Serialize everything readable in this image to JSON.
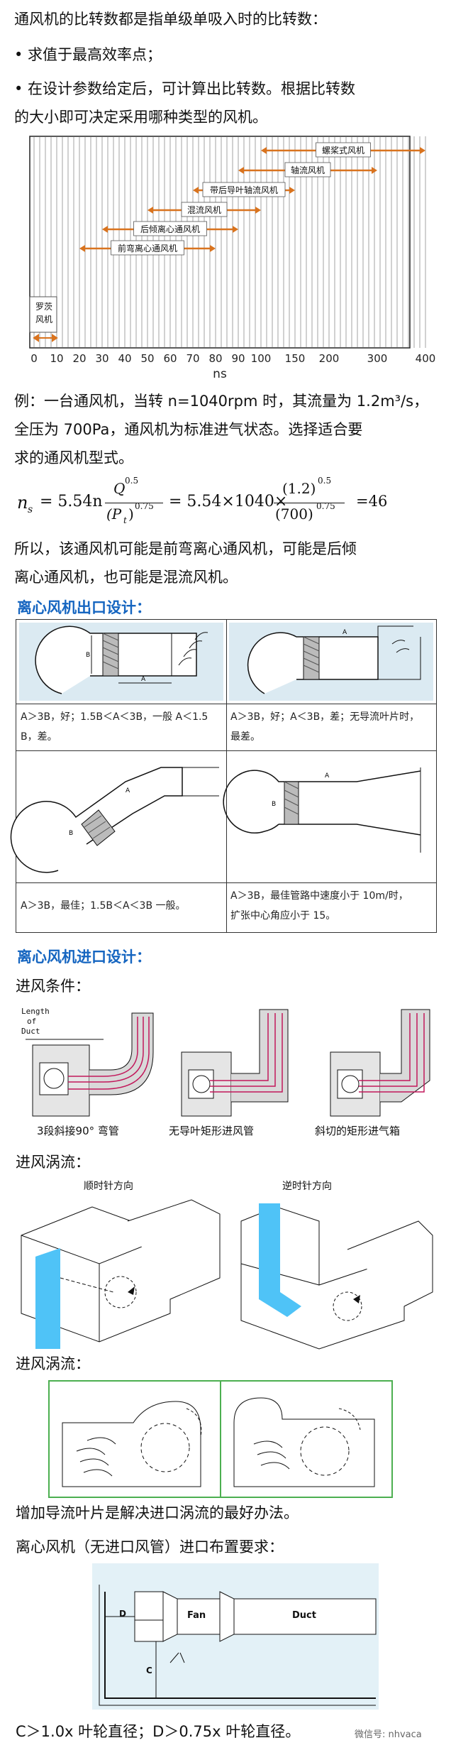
{
  "intro": {
    "line1": "通风机的比转数都是指单级单吸入时的比转数：",
    "bullet1": "• 求值于最高效率点；",
    "bullet2": "• 在设计参数给定后，可计算出比转数。根据比转数",
    "bullet2_cont": "的大小即可决定采用哪种类型的风机。"
  },
  "chart_data": {
    "type": "range",
    "xlabel": "ns",
    "ticks": [
      "0",
      "10",
      "20",
      "30",
      "40",
      "50",
      "60",
      "70",
      "80",
      "90",
      "100",
      "150",
      "200",
      "300",
      "400"
    ],
    "fans": [
      {
        "name": "螺桨式风机",
        "from": "100",
        "to": "400"
      },
      {
        "name": "轴流风机",
        "from": "90",
        "to": "300"
      },
      {
        "name": "带后导叶轴流风机",
        "from": "70",
        "to": "150"
      },
      {
        "name": "混流风机",
        "from": "50",
        "to": "100"
      },
      {
        "name": "后倾离心通风机",
        "from": "30",
        "to": "90"
      },
      {
        "name": "前弯离心通风机",
        "from": "20",
        "to": "80"
      },
      {
        "name": "罗茨风机",
        "from": "0",
        "to": "10"
      }
    ]
  },
  "example": {
    "line1": "例：一台通风机，当转 n=1040rpm 时，其流量为 1.2m³/s，",
    "line2": "全压为 700Pa，通风机为标准进气状态。选择适合要",
    "line3": "求的通风机型式。",
    "formula_lhs": "n",
    "formula_sub": "s",
    "formula_eq1": "= 5.54n",
    "formula_q": "Q",
    "formula_q_exp": "0.5",
    "formula_pt": "(P",
    "formula_pt_sub": "t",
    "formula_pt_close": ")",
    "formula_pt_exp": "0.75",
    "formula_eq2": "= 5.54×1040×",
    "formula_num2": "(1.2)",
    "formula_num2_exp": "0.5",
    "formula_den2": "(700)",
    "formula_den2_exp": "0.75",
    "formula_result": "=46",
    "concl1": "所以，该通风机可能是前弯离心通风机，可能是后倾",
    "concl2": "离心通风机，也可能是混流风机。"
  },
  "outlet": {
    "heading": "离心风机出口设计：",
    "cell_a1": "A＞3B，好；1.5B＜A＜3B，一般 A＜1.5",
    "cell_a2": "B，差。",
    "cell_b1": "A＞3B，好；A＜3B，差；无导流叶片时，",
    "cell_b2": "最差。",
    "cell_c1": "A＞3B，最佳；1.5B＜A＜3B 一般。",
    "cell_d1": "A＞3B，最佳管路中速度小于 10m/时，",
    "cell_d2": "扩张中心角应小于 15。"
  },
  "inlet": {
    "heading": "离心风机进口设计：",
    "cond_label": "进风条件：",
    "length_label1": "Length",
    "length_label2": "of",
    "length_label3": "Duct",
    "cap1": "3段斜接90° 弯管",
    "cap2": "无导叶矩形进风管",
    "cap3": "斜切的矩形进气箱",
    "swirl_label": "进风涡流：",
    "cw": "顺时针方向",
    "ccw": "逆时针方向",
    "swirl_label2": "进风涡流：",
    "tip": "增加导流叶片是解决进口涡流的最好办法。",
    "layout_label": "离心风机（无进口风管）进口布置要求：",
    "fan": "Fan",
    "duct": "Duct",
    "dim_d": "D",
    "dim_c": "C",
    "rule": "C＞1.0x 叶轮直径；D＞0.75x 叶轮直径。",
    "watermark": "微信号: nhvaca"
  },
  "colors": {
    "heading": "#1565c0",
    "arrow": "#d9731e",
    "air": "#4fc3f7"
  }
}
